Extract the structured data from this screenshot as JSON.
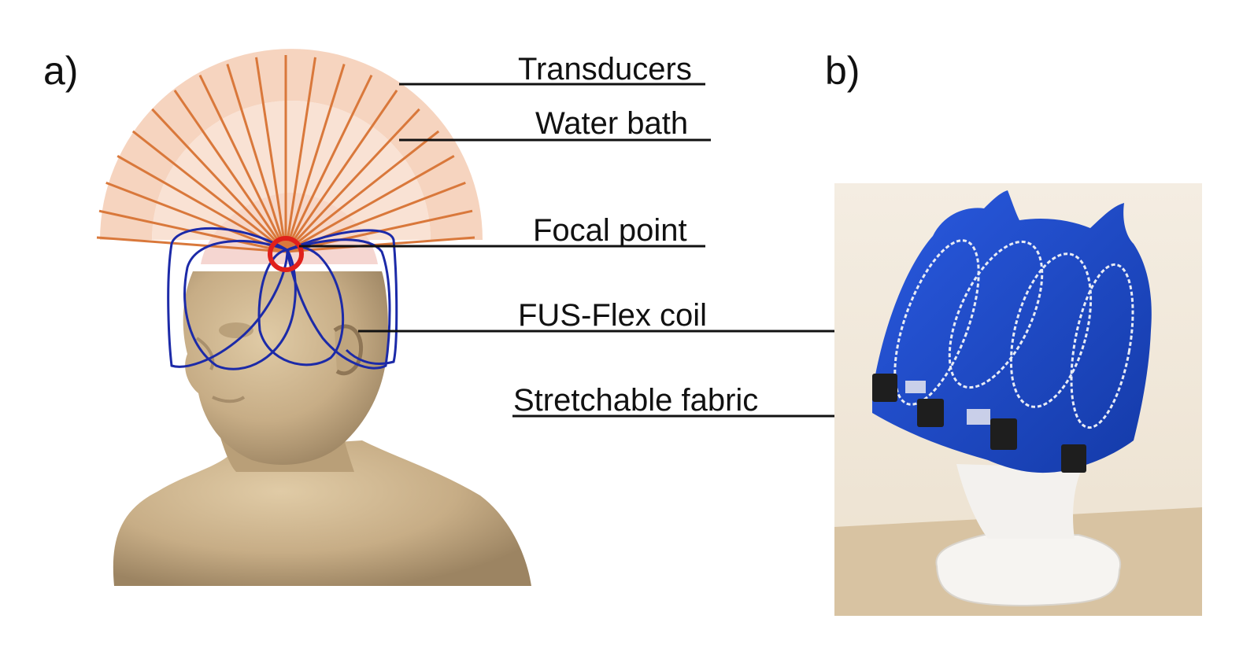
{
  "panels": {
    "a": {
      "label": "a)"
    },
    "b": {
      "label": "b)"
    }
  },
  "callouts": {
    "transducers": "Transducers",
    "water_bath": "Water bath",
    "focal_point": "Focal point",
    "coil": "FUS-Flex coil",
    "fabric": "Stretchable fabric"
  },
  "colors": {
    "bath": "#f5cdb4",
    "transducer_lines": "#d9783b",
    "focal_ring": "#e0201b",
    "coil": "#1c2aa8",
    "head": "#c9b08a",
    "cap": "#1b49c9",
    "mannequin": "#f3f1ee",
    "photo_wall": "#f1e9dc",
    "photo_table": "#d8c3a2"
  },
  "icons": {
    "head_model": "3d-head-render",
    "photo": "cap-on-mannequin-photo"
  }
}
